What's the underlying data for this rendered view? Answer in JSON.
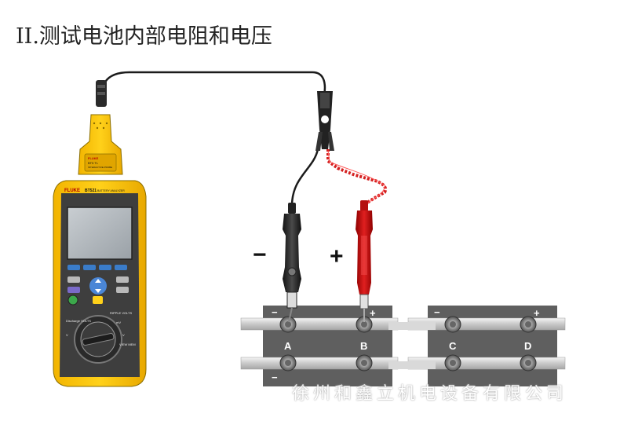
{
  "title": {
    "roman": "II.",
    "text": "测试电池内部电阻和电压"
  },
  "polarity": {
    "neg": "−",
    "pos": "+"
  },
  "batteries": [
    {
      "label": "A",
      "top_sign": "−",
      "bottom_sign": "−"
    },
    {
      "label": "B",
      "top_sign": "+"
    },
    {
      "label": "C",
      "top_sign": "−"
    },
    {
      "label": "D",
      "top_sign": "+"
    }
  ],
  "meter": {
    "brand": "FLUKE",
    "model": "BT521",
    "model_sub": "BATTERY ANALYZER",
    "probe_brand": "FLUKE",
    "probe_model": "BT5 TL",
    "probe_sub": "INTERACTIVE PROBE",
    "dial_labels": [
      "Discharge VOLTS",
      "RIPPLE VOLTS",
      "mV",
      "V",
      "V",
      "VIEW MEM"
    ]
  },
  "watermark": "徐州和鑫立机电设备有限公司"
}
